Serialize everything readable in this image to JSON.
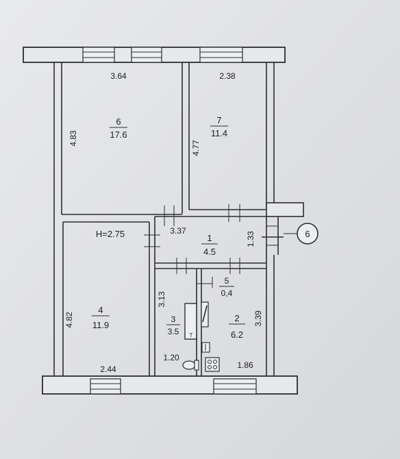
{
  "rooms": [
    {
      "id": "6",
      "number": "6",
      "area": "17.6",
      "dims": [
        "3.64",
        "4.83"
      ]
    },
    {
      "id": "7",
      "number": "7",
      "area": "11.4",
      "dims": [
        "2.38",
        "4.77"
      ]
    },
    {
      "id": "1",
      "number": "1",
      "area": "4.5",
      "dims": [
        "3.37",
        "1.33"
      ]
    },
    {
      "id": "4",
      "number": "4",
      "area": "11.9",
      "dims": [
        "2.44",
        "4.82"
      ]
    },
    {
      "id": "5",
      "number": "5",
      "area": "0,4"
    },
    {
      "id": "3",
      "number": "3",
      "area": "3.5",
      "dims": [
        "3.13",
        "1.20"
      ]
    },
    {
      "id": "2",
      "number": "2",
      "area": "6.2",
      "dims": [
        "3.39",
        "1.86"
      ]
    }
  ],
  "ceiling_height": "H=2.75",
  "apartment_marker": "6"
}
